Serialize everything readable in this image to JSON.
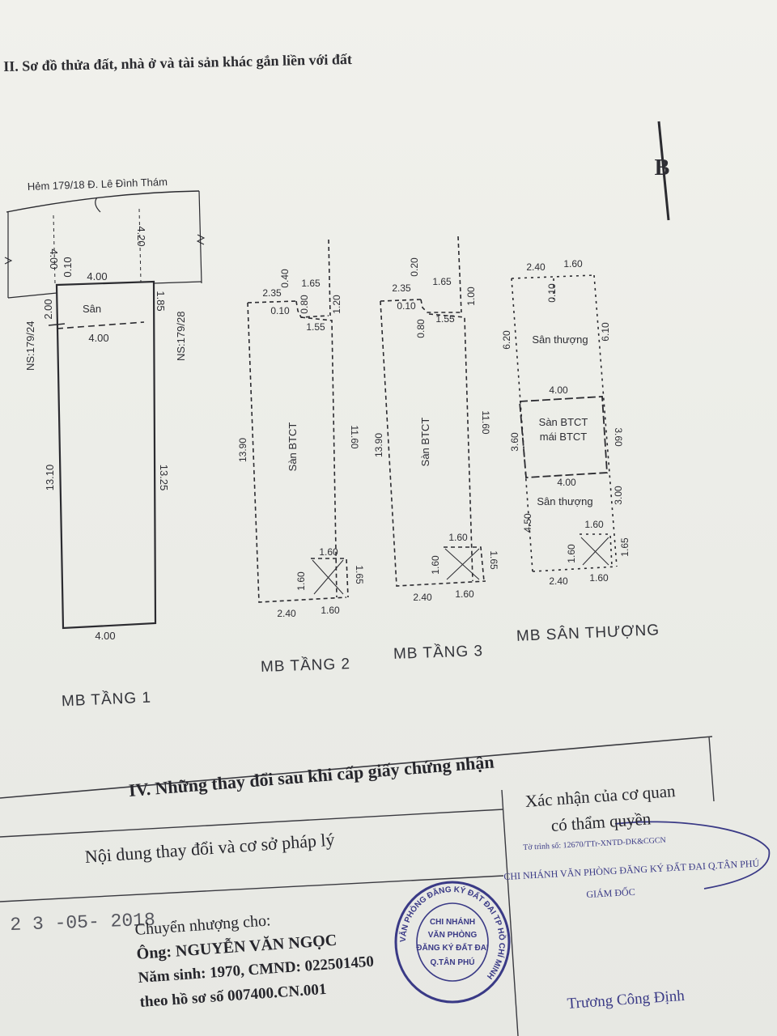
{
  "section_ii": {
    "title": "II. Sơ đồ thửa đất, nhà ở và tài sản khác gắn liền với đất"
  },
  "north_arrow": {
    "label": "B",
    "icon": "north-arrow-icon"
  },
  "plan1": {
    "road_label": "Hẻm 179/18 Đ. Lê Đình Thám",
    "left_neighbor": "NS:179/24",
    "right_neighbor": "NS:179/28",
    "yard_label": "Sân",
    "dims": {
      "road_left": "4.00",
      "road_right": "4.20",
      "yard_offset": "0.10",
      "top_width": "4.00",
      "yard_left": "2.00",
      "yard_right": "1.85",
      "yard_bottom": "4.00",
      "left_len": "13.10",
      "right_len": "13.25",
      "bottom_width": "4.00"
    },
    "caption": "MB TẦNG 1"
  },
  "plan2": {
    "slab_label": "Sàn BTCT",
    "dims": {
      "top_left": "2.35",
      "top_right": "1.65",
      "offset_a": "0.40",
      "offset_b": "0.10",
      "offset_c": "0.80",
      "inner_top": "1.55",
      "right_top": "1.20",
      "left_len": "13.90",
      "right_len": "11.60",
      "stair_top": "1.60",
      "stair_left": "1.60",
      "stair_right": "1.65",
      "bottom_left": "2.40",
      "bottom_right": "1.60"
    },
    "caption": "MB TẦNG 2"
  },
  "plan3": {
    "slab_label": "Sàn BTCT",
    "dims": {
      "top_left": "2.35",
      "top_right": "1.65",
      "offset_a": "0.20",
      "offset_b": "0.10",
      "offset_c": "0.80",
      "inner_top": "1.55",
      "right_top": "1.00",
      "left_len": "13.90",
      "right_len": "11.60",
      "stair_top": "1.60",
      "stair_left": "1.60",
      "stair_right": "1.65",
      "bottom_left": "2.40",
      "bottom_right": "1.60"
    },
    "caption": "MB TẦNG 3"
  },
  "plan4": {
    "terrace_top": "Sân thượng",
    "slab_line1": "Sàn BTCT",
    "slab_line2": "mái BTCT",
    "terrace_bottom": "Sân thượng",
    "dims": {
      "top_left": "2.40",
      "top_right": "1.60",
      "offset": "0.10",
      "left_top": "6.20",
      "right_top": "6.10",
      "slab_top": "4.00",
      "slab_left": "3.60",
      "slab_right": "3.60",
      "slab_bottom": "4.00",
      "left_bottom": "4.50",
      "right_bottom": "3.00",
      "stair_top": "1.60",
      "stair_left": "1.60",
      "stair_right": "1.65",
      "bottom_left": "2.40",
      "bottom_right": "1.60"
    },
    "caption": "MB SÂN THƯỢNG"
  },
  "section_iv": {
    "title": "IV. Những thay đổi sau khi cấp giấy chứng nhận",
    "col_content": "Nội dung thay đổi và cơ sở pháp lý",
    "col_confirm_line1": "Xác nhận của cơ quan",
    "col_confirm_line2": "có thẩm quyền",
    "date": "2 3 -05- 2018",
    "transfer_line1": "Chuyển nhượng cho:",
    "transfer_line2": "Ông: NGUYỄN VĂN NGỌC",
    "transfer_line3": "Năm sinh: 1970, CMND: 022501450",
    "transfer_line4": "theo hồ sơ số 007400.CN.001",
    "proposal_ref": "Tờ trình số: 12670/TTr-XNTD-DK&CGCN",
    "office_line": "CHI NHÁNH VĂN PHÒNG ĐĂNG KÝ ĐẤT ĐAI Q.TÂN PHÚ",
    "director": "GIÁM ĐỐC",
    "signer": "Trương Công Định",
    "stamp_lines": [
      "CHI NHÁNH",
      "VĂN PHÒNG",
      "ĐĂNG KÝ ĐẤT ĐAI",
      "Q.TÂN PHÚ"
    ],
    "stamp_ring": "VĂN PHÒNG ĐĂNG KÝ ĐẤT ĐAI TP HỒ CHÍ MINH"
  }
}
